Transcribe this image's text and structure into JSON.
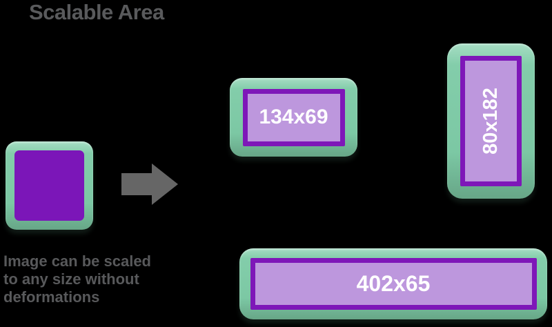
{
  "title": "Scalable Area",
  "caption": {
    "lines": [
      "Image can be scaled",
      "to any size without",
      "deformations"
    ]
  },
  "original_square": {
    "description": "original unscaled purple square"
  },
  "arrow": {
    "direction": "right",
    "color": "#666666"
  },
  "scaled_rects": [
    {
      "label": "134x69",
      "orientation": "horizontal"
    },
    {
      "label": "80x182",
      "orientation": "vertical"
    },
    {
      "label": "402x65",
      "orientation": "horizontal"
    }
  ],
  "colors": {
    "background": "#000000",
    "frame_green": "#7cc8a4",
    "purple_dark": "#7e17b8",
    "lavender_fill": "#bd97dd",
    "label_text": "#ffffff",
    "heading_text": "#595a5c"
  }
}
